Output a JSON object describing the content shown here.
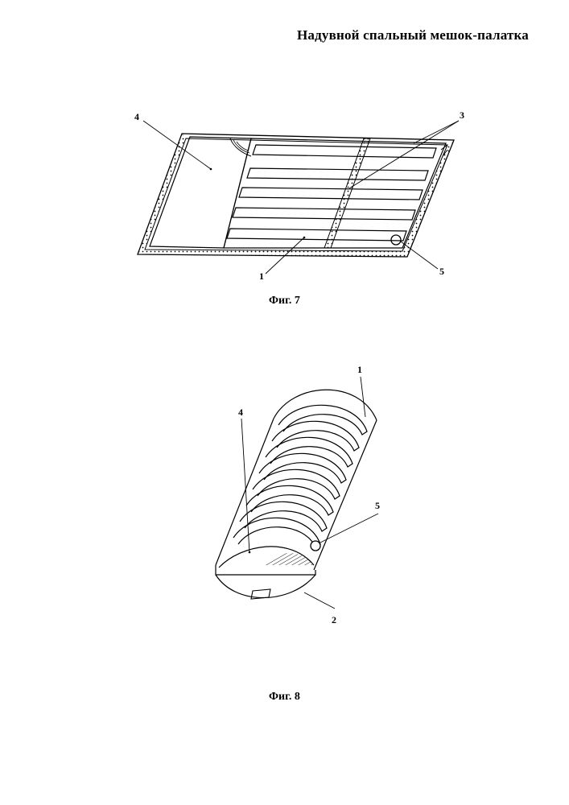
{
  "title": "Надувной спальный мешок-палатка",
  "figures": [
    {
      "caption": "Фиг. 7",
      "callouts": [
        "4",
        "3",
        "1",
        "5"
      ]
    },
    {
      "caption": "Фиг. 8",
      "callouts": [
        "1",
        "4",
        "5",
        "2"
      ]
    }
  ]
}
